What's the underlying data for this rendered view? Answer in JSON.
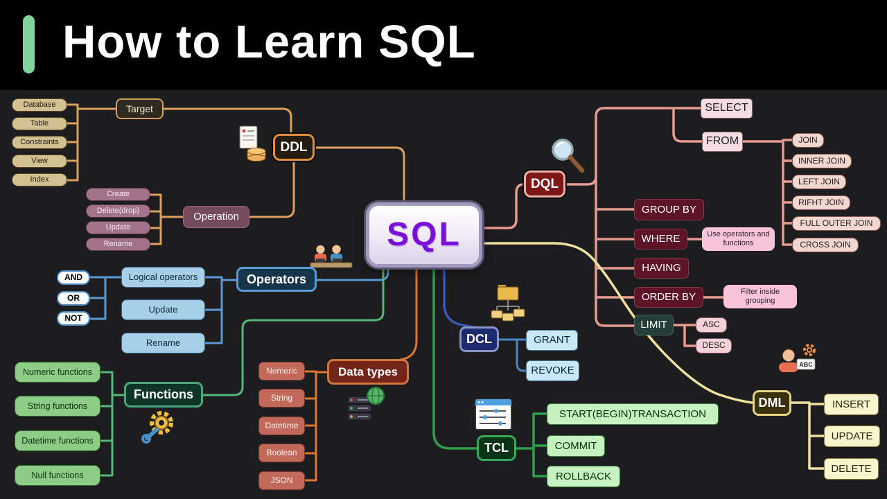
{
  "colors": {
    "accent_green": "#7fd49b",
    "sql_purple": "#7a10d8",
    "background": "#1d1d1f"
  },
  "header": {
    "title": "How to Learn SQL"
  },
  "center": {
    "label": "SQL"
  },
  "ddl": {
    "label": "DDL",
    "target_label": "Target",
    "target_items": [
      "Database",
      "Table",
      "Constraints",
      "View",
      "Index"
    ],
    "operation_label": "Operation",
    "operation_items": [
      "Create",
      "Delete(drop)",
      "Update",
      "Rename"
    ]
  },
  "dql": {
    "label": "DQL",
    "select_label": "SELECT",
    "from_label": "FROM",
    "joins": [
      "JOIN",
      "INNER JOIN",
      "LEFT JOIN",
      "RIFHT JOIN",
      "FULL OUTER JOIN",
      "CROSS JOIN"
    ],
    "group_by": "GROUP BY",
    "where": "WHERE",
    "where_note": "Use operators and functions",
    "having": "HAVING",
    "order_by": "ORDER BY",
    "order_note": "Filter inside grouping",
    "limit": "LIMIT",
    "asc": "ASC",
    "desc": "DESC"
  },
  "operators": {
    "label": "Operators",
    "items": [
      "Logical operators",
      "Update",
      "Rename"
    ],
    "logical_items": [
      "AND",
      "OR",
      "NOT"
    ]
  },
  "dcl": {
    "label": "DCL",
    "items": [
      "GRANT",
      "REVOKE"
    ]
  },
  "functions": {
    "label": "Functions",
    "items": [
      "Numeric functions",
      "String functions",
      "Datetime functions",
      "Null functions"
    ]
  },
  "data_types": {
    "label": "Data types",
    "items": [
      "Nemeric",
      "String",
      "Datetime",
      "Boolean",
      "JSON"
    ]
  },
  "tcl": {
    "label": "TCL",
    "items": [
      "START(BEGIN)TRANSACTION",
      "COMMIT",
      "ROLLBACK"
    ]
  },
  "dml": {
    "label": "DML",
    "items": [
      "INSERT",
      "UPDATE",
      "DELETE"
    ]
  },
  "icons": {
    "abc_label": "ABC"
  }
}
